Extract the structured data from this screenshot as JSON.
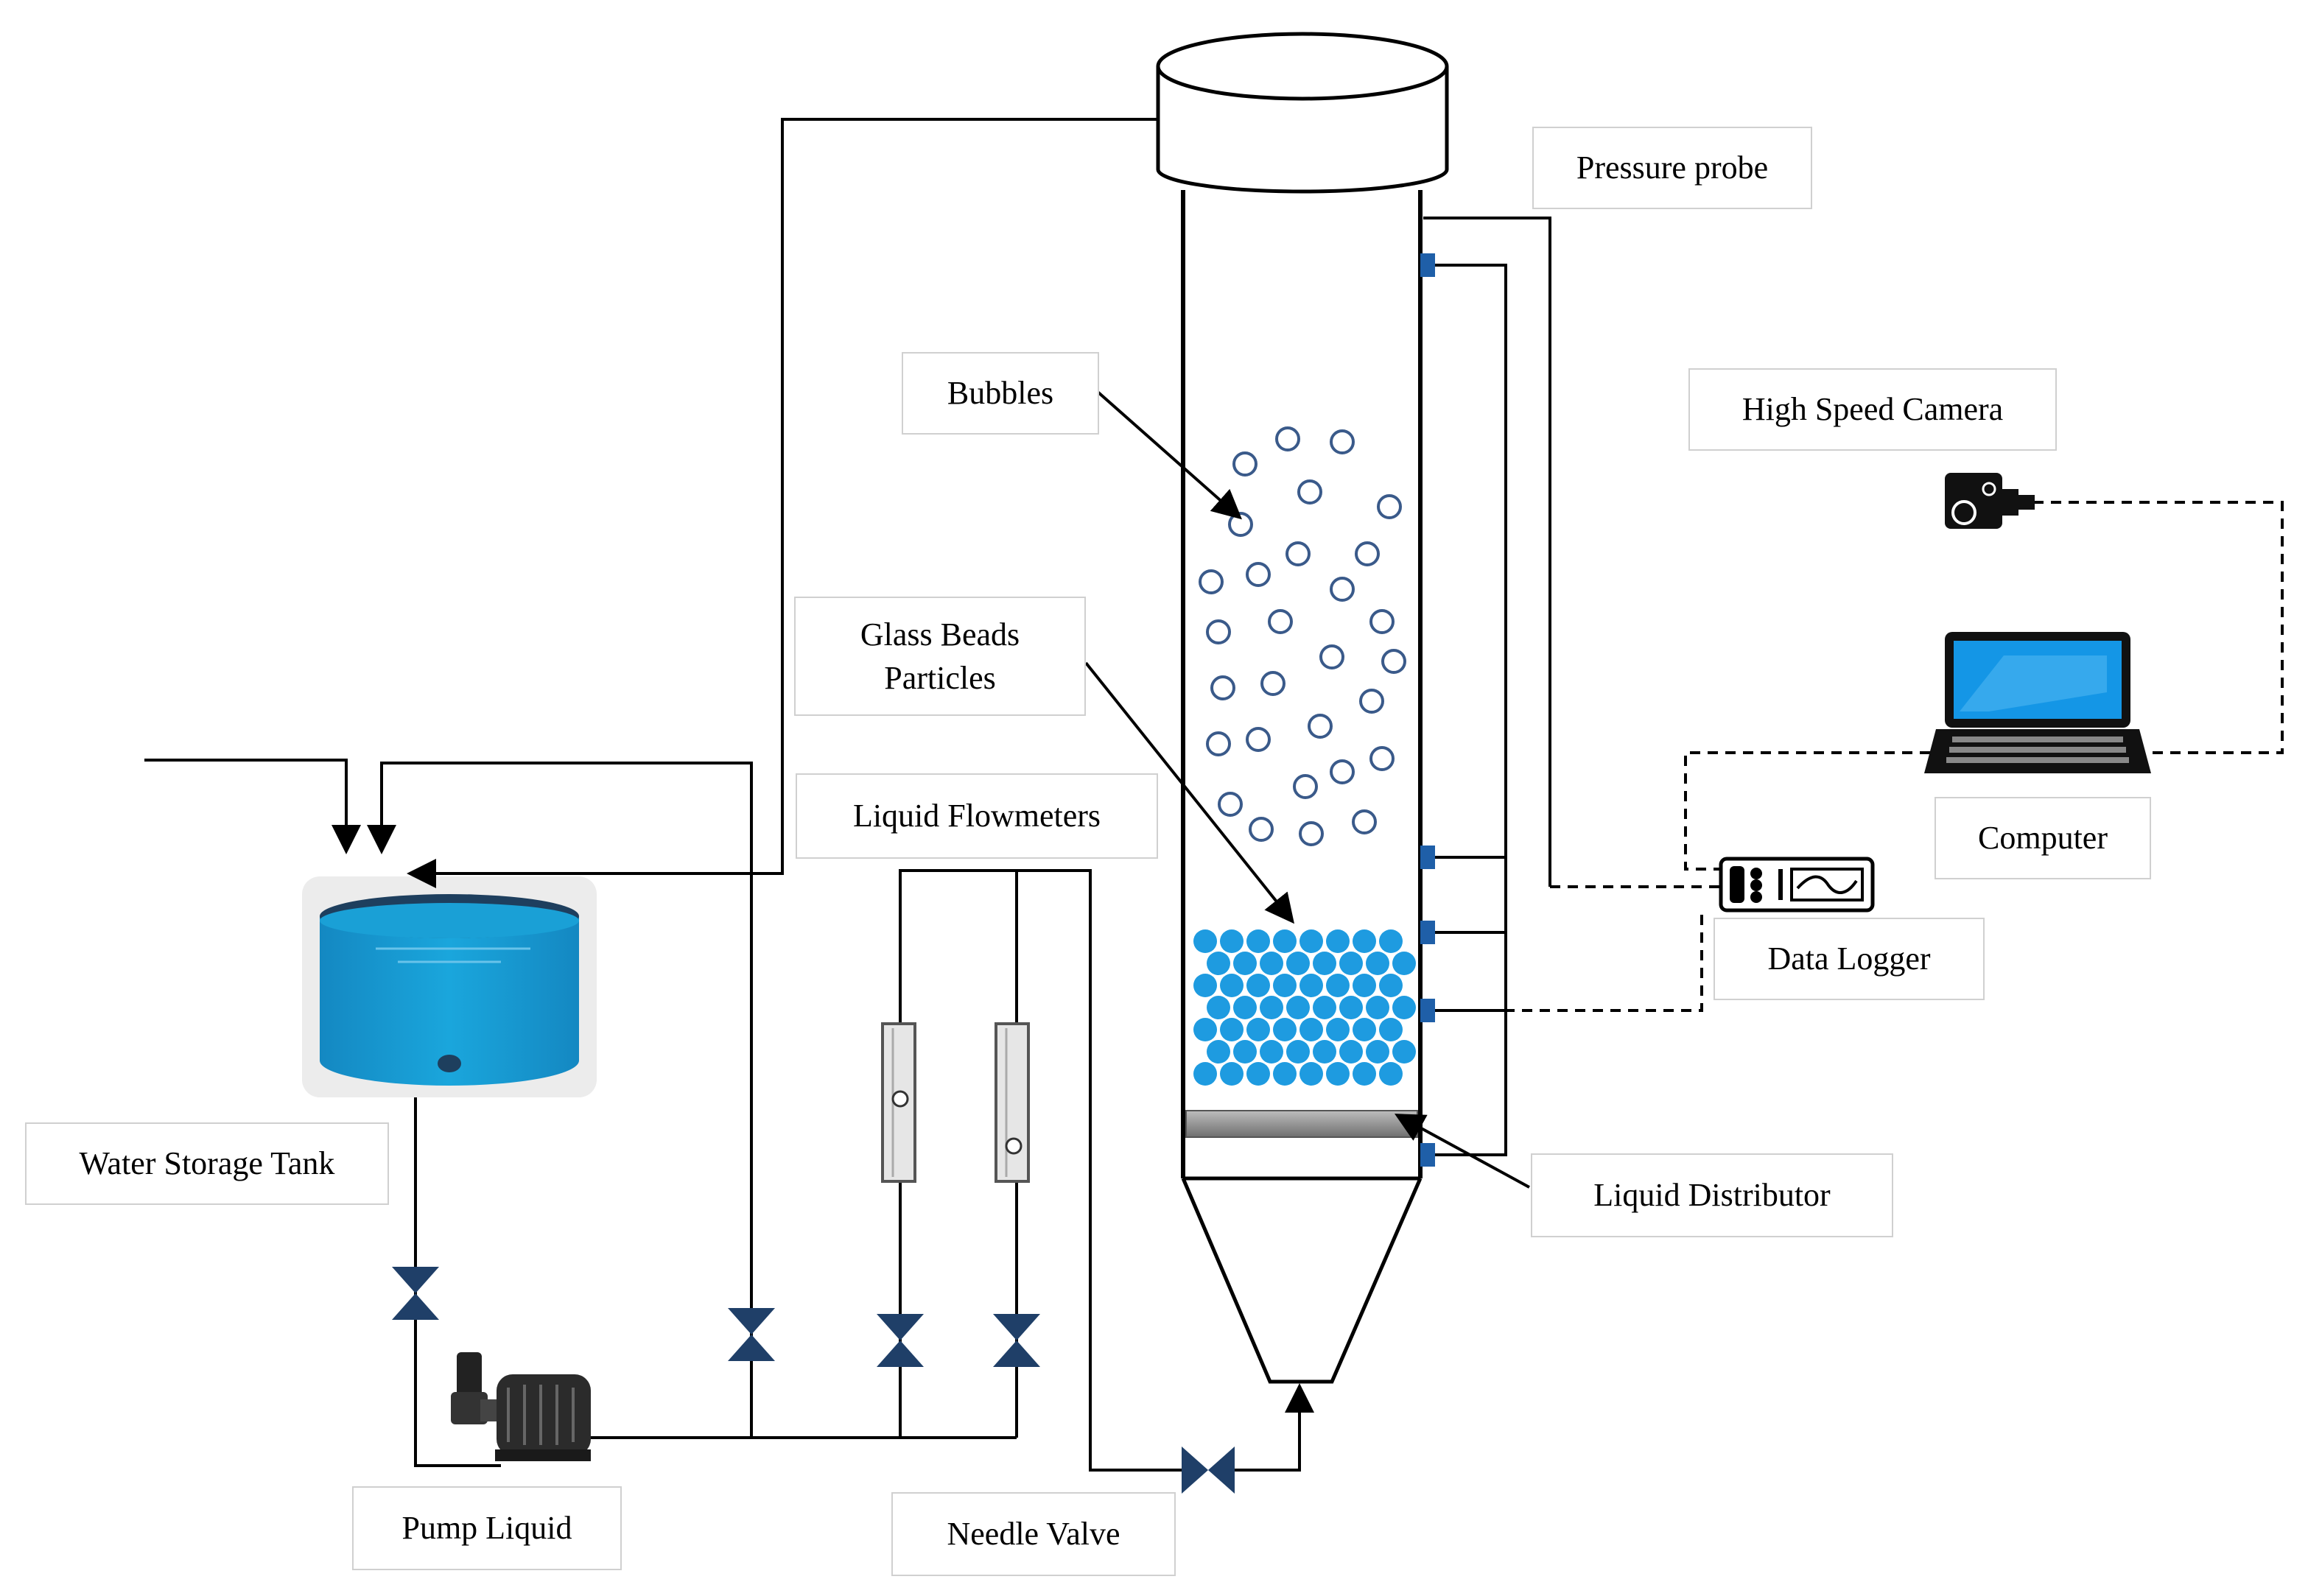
{
  "labels": {
    "pressure_probe": "Pressure probe",
    "high_speed_camera": "High Speed Camera",
    "bubbles": "Bubbles",
    "glass_beads_line1": "Glass Beads",
    "glass_beads_line2": "Particles",
    "liquid_flowmeters": "Liquid Flowmeters",
    "computer": "Computer",
    "data_logger": "Data Logger",
    "water_storage_tank": "Water Storage Tank",
    "liquid_distributor": "Liquid Distributor",
    "pump_liquid": "Pump Liquid",
    "needle_valve": "Needle Valve"
  },
  "colors": {
    "valve": "#1f3f68",
    "tank_water": "#1aa0d6",
    "bead": "#1e9be0",
    "bubble_outline": "#3a5a8a",
    "probe": "#1f5fa8",
    "laptop_screen": "#1496e6"
  },
  "icons": [
    "valve-icon",
    "pump-icon",
    "tank-icon",
    "laptop-icon",
    "camera-icon",
    "data-logger-icon",
    "flowmeter-icon"
  ]
}
